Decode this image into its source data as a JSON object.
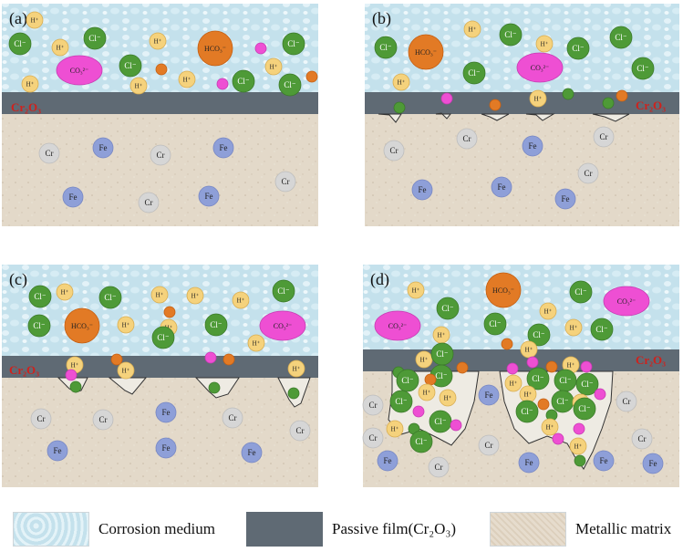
{
  "panels": [
    {
      "id": "a",
      "tag": "(a)"
    },
    {
      "id": "b",
      "tag": "(b)"
    },
    {
      "id": "c",
      "tag": "(c)"
    },
    {
      "id": "d",
      "tag": "(d)"
    }
  ],
  "film_label": "Cr₂O₃",
  "ions": {
    "cl": "Cl⁻",
    "h": "H⁺",
    "hco3": "HCO₃⁻",
    "co3": "CO₃²⁻",
    "cr": "Cr",
    "fe": "Fe"
  },
  "legend": {
    "medium": "Corrosion medium",
    "film": "Passive film(Cr₂O₃)",
    "matrix": "Metallic matrix"
  },
  "colors": {
    "medium": "#c4e1ec",
    "film": "#5f6a74",
    "matrix": "#e3d9c9",
    "cl": "#4e9a37",
    "h": "#f5d27c",
    "hco3": "#e27a25",
    "co3": "#ee4fd3",
    "fe": "#8e9fd8",
    "cr": "#d6d6d6",
    "film_label": "#d0211c"
  }
}
